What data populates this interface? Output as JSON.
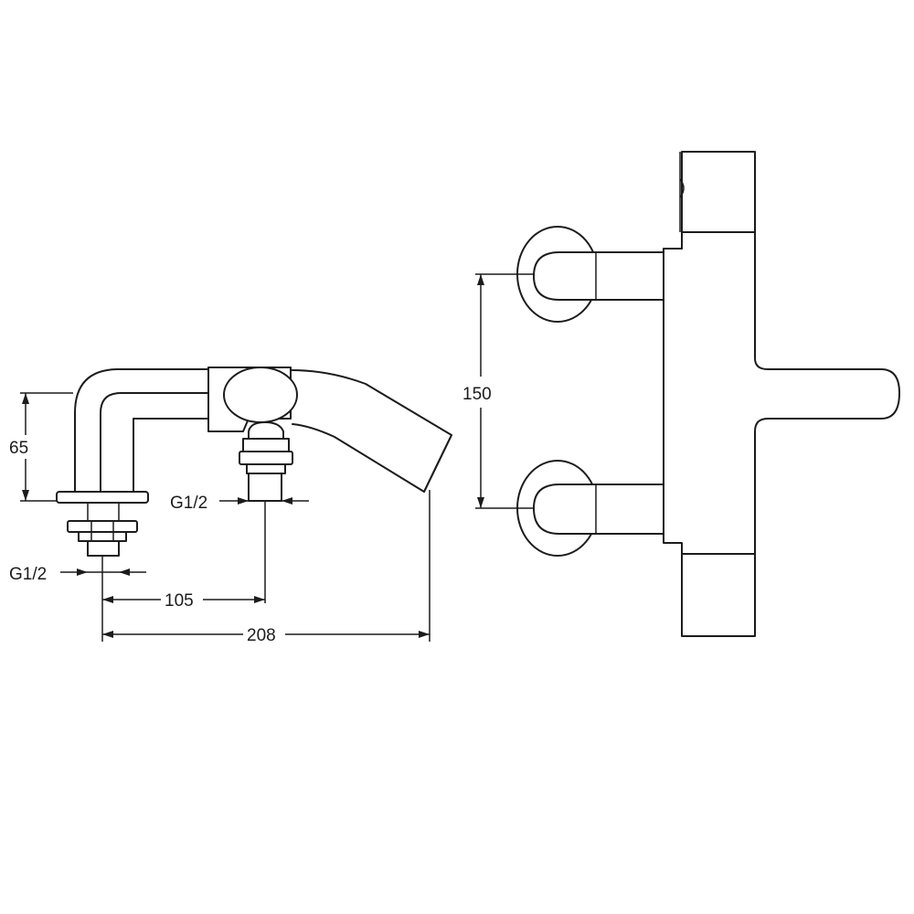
{
  "dimensions": {
    "height_65": "65",
    "thread_right": "G1/2",
    "thread_left": "G1/2",
    "spacing_105": "105",
    "length_208": "208",
    "centers_150": "150"
  }
}
